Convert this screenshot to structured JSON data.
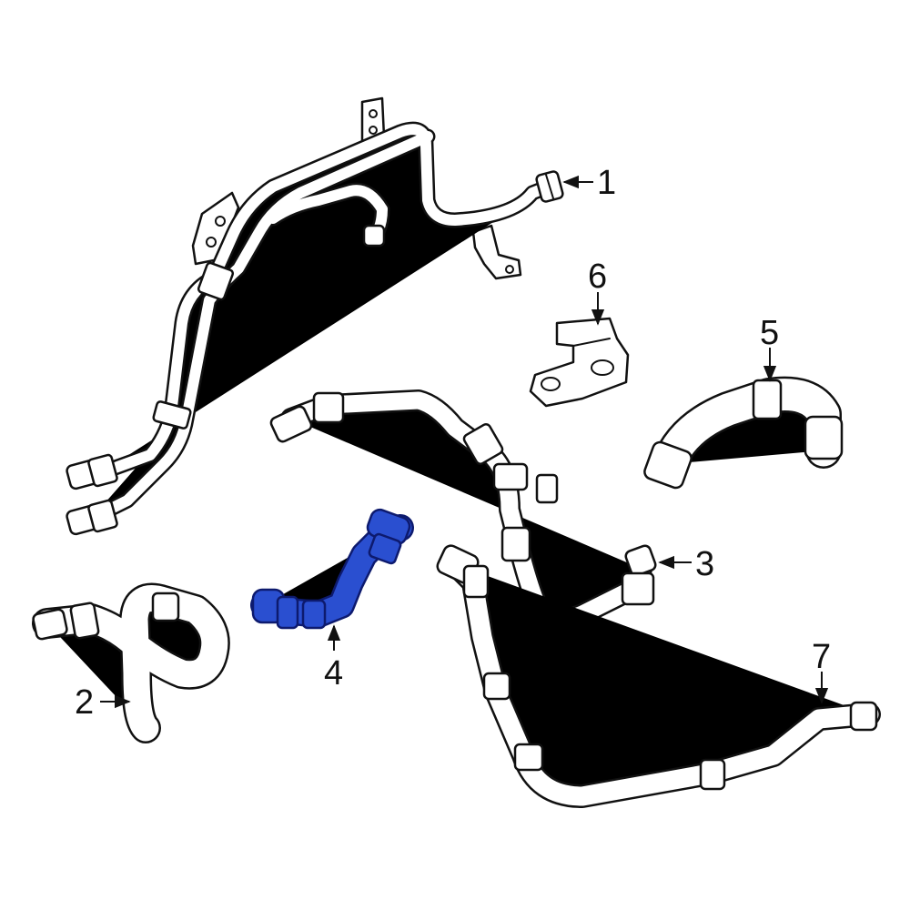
{
  "colors": {
    "outline": "#111111",
    "part_fill": "#ffffff",
    "highlight": "#2a4fd0",
    "highlight_dark": "#0d1a6e"
  },
  "callouts": [
    {
      "id": "1",
      "label": "1"
    },
    {
      "id": "2",
      "label": "2"
    },
    {
      "id": "3",
      "label": "3"
    },
    {
      "id": "4",
      "label": "4"
    },
    {
      "id": "5",
      "label": "5"
    },
    {
      "id": "6",
      "label": "6"
    },
    {
      "id": "7",
      "label": "7"
    }
  ],
  "highlighted_part": "4"
}
